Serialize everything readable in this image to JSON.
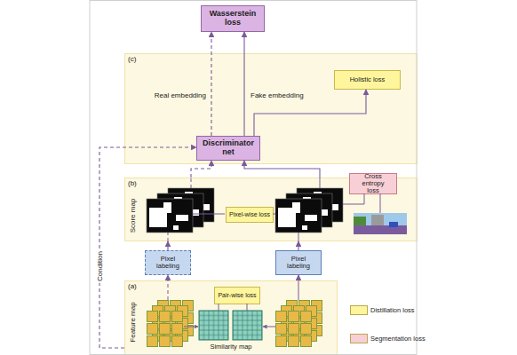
{
  "diagram": {
    "nodes": [
      {
        "text": [
          "Wasserstein loss"
        ]
      },
      {
        "text": [
          "(c)"
        ]
      },
      {
        "text": [
          "Holistic loss"
        ],
        "in": 1
      },
      {
        "text": [
          "Discriminator net"
        ],
        "in": 1
      },
      {
        "text": [
          "(b)",
          "Score map"
        ]
      },
      {
        "text": [
          "Pixel-wise loss"
        ],
        "in": 4
      },
      {
        "text": [
          "Cross entropy loss"
        ],
        "in": 4
      },
      {
        "text": [
          "Pixel labeling"
        ]
      },
      {
        "text": [
          "Pixel labeling"
        ]
      },
      {
        "text": [
          "(a)",
          "Feature map"
        ]
      },
      {
        "text": [
          "Pair-wise loss"
        ],
        "in": 9
      }
    ],
    "edges": [
      {
        "from": 9,
        "to": 7,
        "arrow": "to"
      },
      {
        "from": 9,
        "to": 8,
        "arrow": "to"
      },
      {
        "from": 7,
        "to": 4,
        "arrow": "to"
      },
      {
        "from": 8,
        "to": 4,
        "arrow": "to"
      },
      {
        "from": 4,
        "to": 3,
        "arrow": "to"
      },
      {
        "from": 4,
        "to": 3,
        "arrow": "to"
      },
      {
        "from": 3,
        "to": 0,
        "label": "Real embedding",
        "arrow": "to"
      },
      {
        "from": 3,
        "to": 0,
        "label": "Fake embedding",
        "arrow": "to"
      },
      {
        "from": 3,
        "to": 2,
        "arrow": "to"
      },
      {
        "from": 9,
        "to": 3,
        "label": "Condition",
        "arrow": "to"
      }
    ],
    "labels": [
      "Similarity map"
    ],
    "legend": [
      {
        "text": "Distillation loss",
        "color": "#fff59d"
      },
      {
        "text": "Segmentation loss",
        "color": "#f8cfd6"
      }
    ]
  }
}
